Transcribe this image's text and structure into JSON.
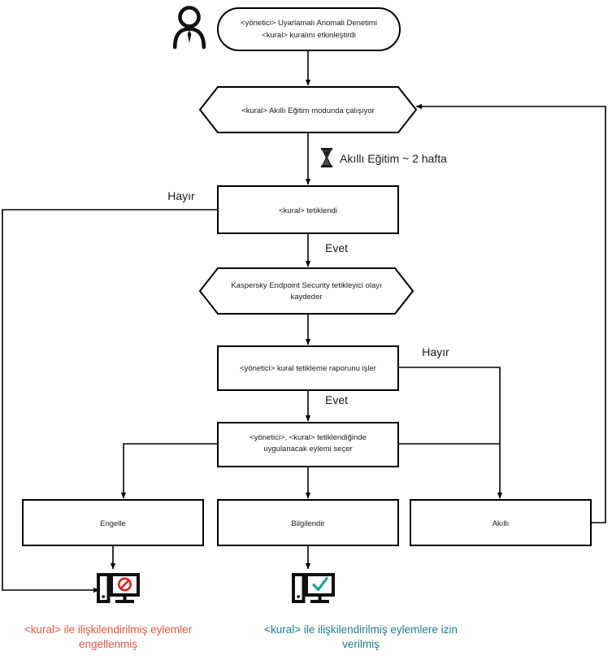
{
  "diagram": {
    "title": "Adaptive Anomaly Control rule flowchart",
    "colors": {
      "blocked": "#e8573f",
      "allowed": "#1b7f8e",
      "stroke": "#000000",
      "fill": "#ffffff"
    },
    "actor": {
      "name": "administrator-actor"
    },
    "nodes": {
      "start": {
        "line1": "<yönetici> Uyarlamalı Anomali Denetimi",
        "line2": "<kural> kuralını etkinleştirdi"
      },
      "smart_training": {
        "line1": "<kural> Akıllı Eğitim modunda çalışıyor"
      },
      "rule_triggered": {
        "line1": "<kural> tetiklendi"
      },
      "kes_logs": {
        "line1": "Kaspersky Endpoint Security tetikleyici olayı",
        "line2": "kaydeder"
      },
      "admin_processes": {
        "line1": "<yönetici> kural tetikleme raporunu işler"
      },
      "admin_selects": {
        "line1": "<yönetici>, <kural> tetiklendiğinde",
        "line2": "uygulanacak eylemi seçer"
      },
      "block": {
        "line1": "Engelle"
      },
      "inform": {
        "line1": "Bilgilendir"
      },
      "smart": {
        "line1": "Akıllı"
      }
    },
    "edge_labels": {
      "timer": "Akıllı Eğitim ~ 2 hafta",
      "no_1": "Hayır",
      "yes_1": "Evet",
      "no_2": "Hayır",
      "yes_2": "Evet"
    },
    "outcomes": {
      "blocked": {
        "line1": "<kural> ile ilişkilendirilmiş eylemler",
        "line2": "engellenmiş"
      },
      "allowed": {
        "line1": "<kural> ile ilişkilendirilmiş eylemlere izin",
        "line2": "verilmiş"
      }
    },
    "icons": {
      "actor": "person-icon",
      "timer": "hourglass-icon",
      "blocked_computer": "computer-blocked-icon",
      "allowed_computer": "computer-allowed-icon"
    }
  }
}
